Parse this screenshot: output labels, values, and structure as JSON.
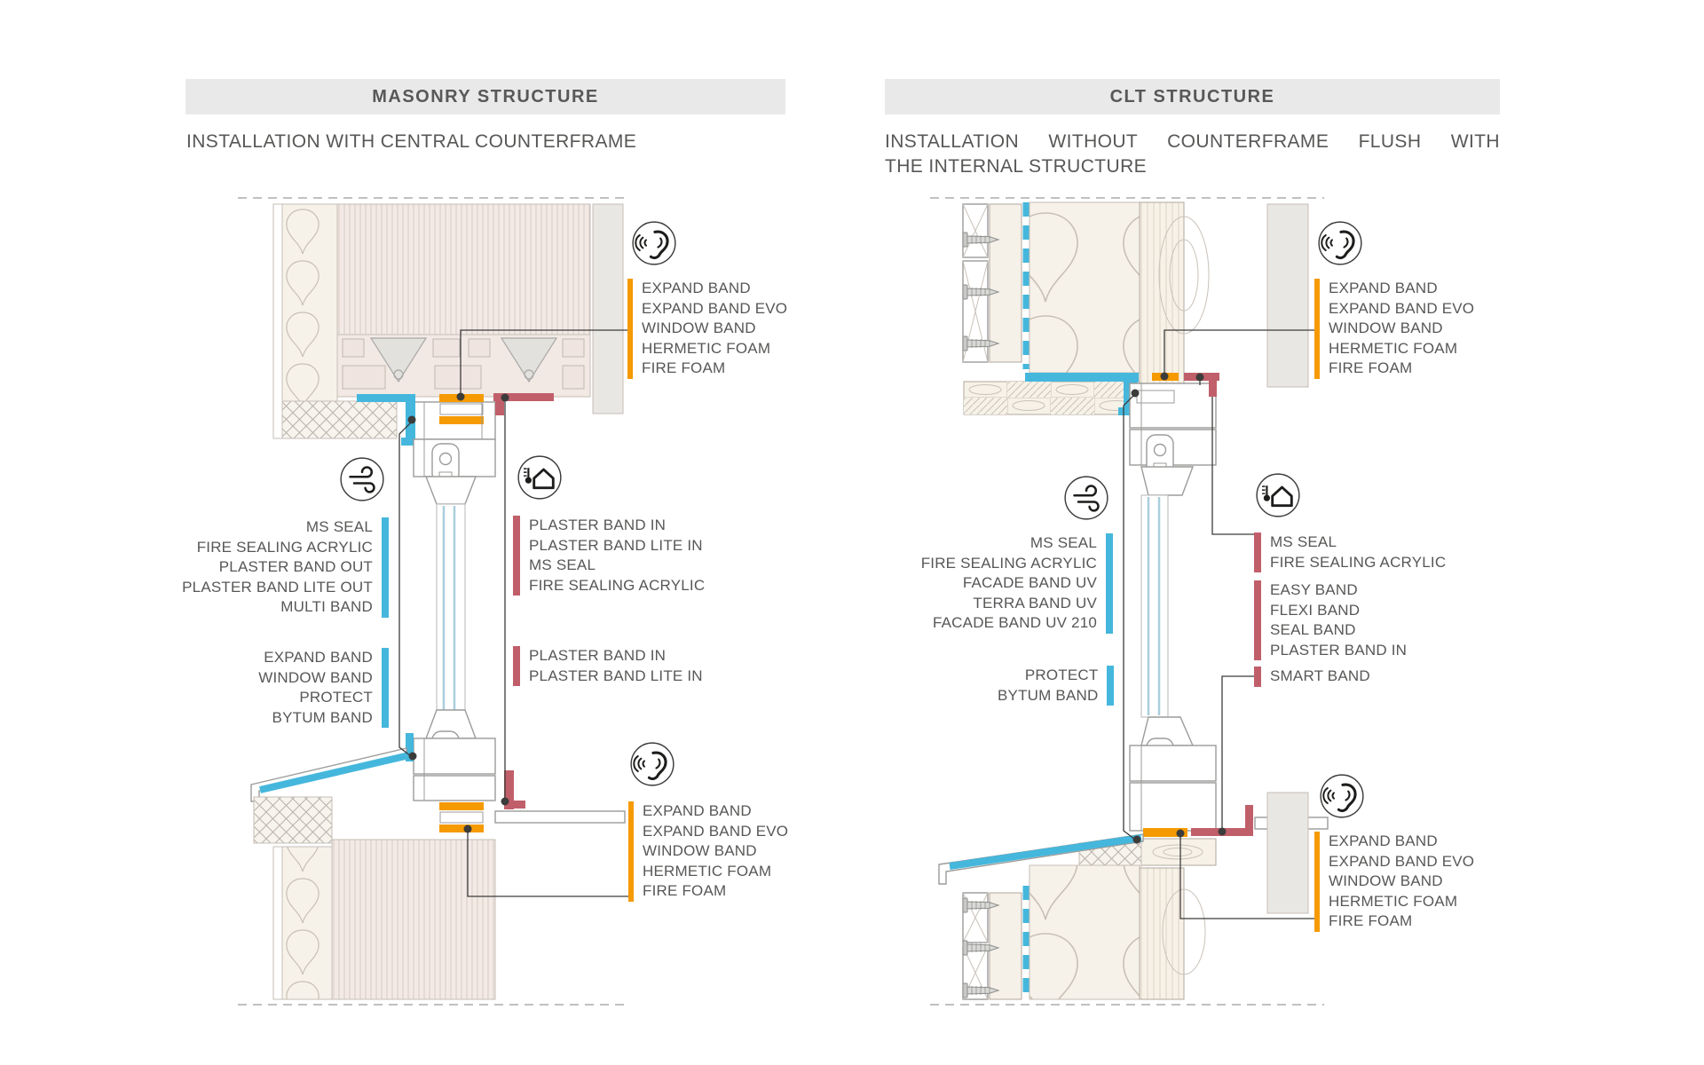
{
  "colors": {
    "accent_orange": "#F59A00",
    "accent_blue": "#45B7DC",
    "accent_red": "#C05F6A",
    "ink": "#575756",
    "line_dark": "#3C3C3B",
    "header_bg": "#E9E9E9"
  },
  "masonry": {
    "title": "MASONRY STRUCTURE",
    "subtitle_lines": [
      "INSTALLATION WITH CENTRAL COUNTERFRAME"
    ],
    "labels": {
      "head_acoustic": [
        "EXPAND BAND",
        "EXPAND BAND EVO",
        "WINDOW BAND",
        "HERMETIC FOAM",
        "FIRE FOAM"
      ],
      "external_seals": [
        "MS SEAL",
        "FIRE SEALING ACRYLIC",
        "PLASTER BAND OUT",
        "PLASTER BAND LITE OUT",
        "MULTI BAND"
      ],
      "internal_seals": [
        "PLASTER BAND IN",
        "PLASTER BAND LITE IN",
        "MS SEAL",
        "FIRE SEALING ACRYLIC"
      ],
      "sill_external": [
        "EXPAND BAND",
        "WINDOW BAND",
        "PROTECT",
        "BYTUM BAND"
      ],
      "sill_internal": [
        "PLASTER BAND IN",
        "PLASTER BAND LITE IN"
      ],
      "sill_acoustic": [
        "EXPAND BAND",
        "EXPAND BAND EVO",
        "WINDOW BAND",
        "HERMETIC FOAM",
        "FIRE FOAM"
      ]
    }
  },
  "clt": {
    "title": "CLT STRUCTURE",
    "subtitle_lines": [
      "INSTALLATION WITHOUT COUNTERFRAME FLUSH WITH",
      "THE INTERNAL STRUCTURE"
    ],
    "labels": {
      "head_acoustic": [
        "EXPAND BAND",
        "EXPAND BAND EVO",
        "WINDOW BAND",
        "HERMETIC FOAM",
        "FIRE FOAM"
      ],
      "external_seals": [
        "MS SEAL",
        "FIRE SEALING ACRYLIC",
        "FACADE BAND UV",
        "TERRA BAND UV",
        "FACADE BAND UV 210"
      ],
      "internal_seals_1": [
        "MS SEAL",
        "FIRE SEALING ACRYLIC"
      ],
      "internal_seals_2": [
        "EASY BAND",
        "FLEXI BAND",
        "SEAL BAND",
        "PLASTER BAND IN"
      ],
      "internal_seals_3": [
        "SMART BAND"
      ],
      "sill_external": [
        "PROTECT",
        "BYTUM BAND"
      ],
      "sill_acoustic": [
        "EXPAND BAND",
        "EXPAND BAND EVO",
        "WINDOW BAND",
        "HERMETIC FOAM",
        "FIRE FOAM"
      ]
    }
  },
  "icon_legend": {
    "acoustic": "ear-icon",
    "air_wind_tightness": "wind-icon",
    "thermal_indoor": "house-thermometer-icon"
  }
}
